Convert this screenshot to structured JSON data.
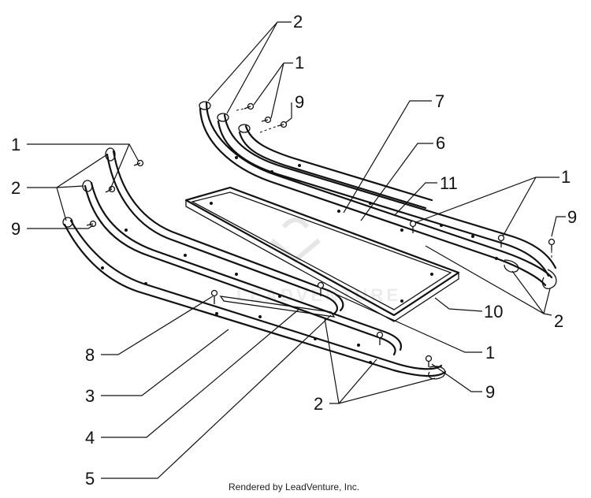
{
  "callouts": {
    "c2_top": "2",
    "c1_top": "1",
    "c9_top": "9",
    "c7": "7",
    "c6": "6",
    "c11": "11",
    "c1_right": "1",
    "c9_right": "9",
    "c2_right": "2",
    "c10": "10",
    "c1_mid": "1",
    "c9_bottom": "9",
    "c2_bottom": "2",
    "c1_left": "1",
    "c2_left": "2",
    "c9_left": "9",
    "c8": "8",
    "c3": "3",
    "c4": "4",
    "c5": "5"
  },
  "footer": {
    "text": "Rendered by LeadVenture, Inc."
  },
  "watermark": {
    "text": "LEADVENTURE"
  }
}
